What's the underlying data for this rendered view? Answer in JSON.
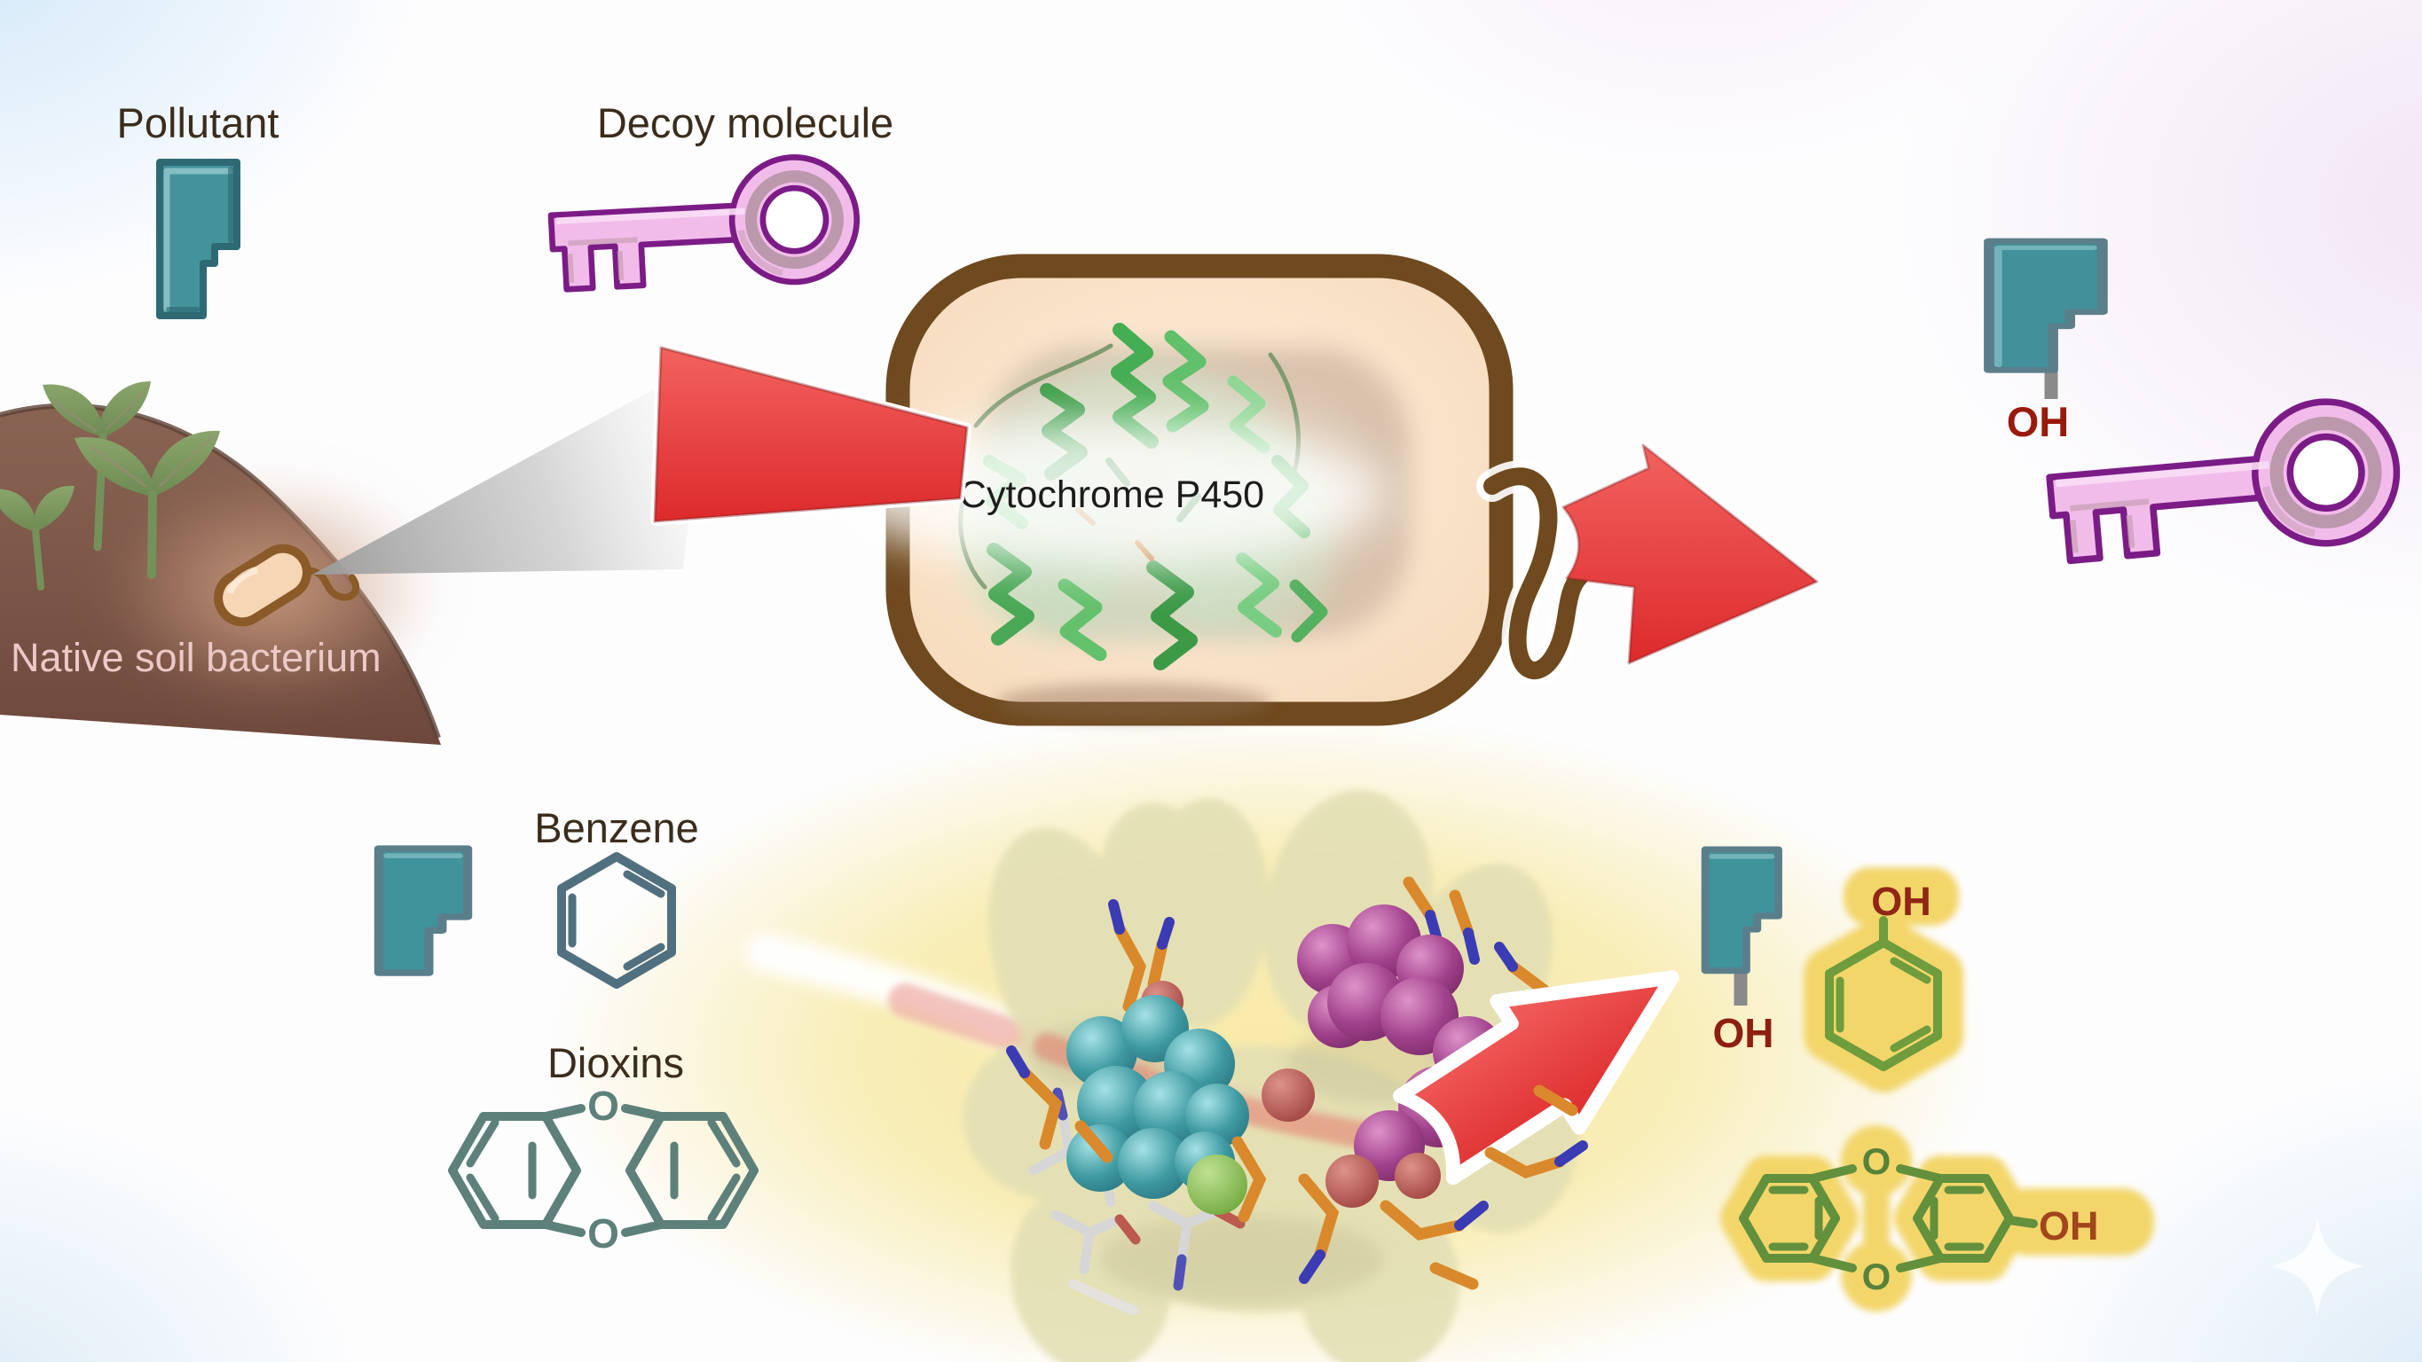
{
  "labels": {
    "pollutant": "Pollutant",
    "decoy_molecule": "Decoy molecule",
    "native_soil_bacterium": "Native soil bacterium",
    "cytochrome_p450": "Cytochrome P450",
    "benzene": "Benzene",
    "dioxins": "Dioxins"
  },
  "chem": {
    "hydroxyl": "OH",
    "oxygen": "O"
  },
  "icons": {
    "pollutant_piece": "teal-puzzle-piece",
    "decoy_key": "pink-key",
    "soil_bacterium": "capsule-bacterium-with-flagellum",
    "magnifier_beam": "gray-zoom-cone",
    "bacterium_cell": "rounded-cell-with-brown-wall",
    "protein": "green-ribbon-protein",
    "red_arrow": "red-process-arrow",
    "active_site": "enzyme-active-site-with-substrates",
    "substrate_spheres": "teal-spacefill-molecule",
    "decoy_spheres": "magenta-spacefill-molecule",
    "heme": "gray-stick-heme",
    "residues": "orange-stick-residues",
    "phenol_product": "green-ring-with-oh-yellow-halo",
    "dioxin_product": "green-dibenzodioxin-with-oh-yellow-halo",
    "sparkle": "four-point-star"
  },
  "colors": {
    "pollutant_teal": "#44939b",
    "decoy_pink": "#f2bcea",
    "decoy_outline": "#7b1c86",
    "arrow_red": "#e42f31",
    "cell_wall_brown": "#6f4a1e",
    "cell_fill": "#f9e6cd",
    "soil_brown": "#7c564a",
    "soil_text_pink": "#ecc8c6",
    "label_brown": "#3b2d1c",
    "hydroxyl_red": "#991a0c",
    "product_green": "#6f9c3c",
    "halo_yellow": "#f3d66a",
    "reactant_ring_slate": "#51707f",
    "protein_green": "#4aa957"
  }
}
